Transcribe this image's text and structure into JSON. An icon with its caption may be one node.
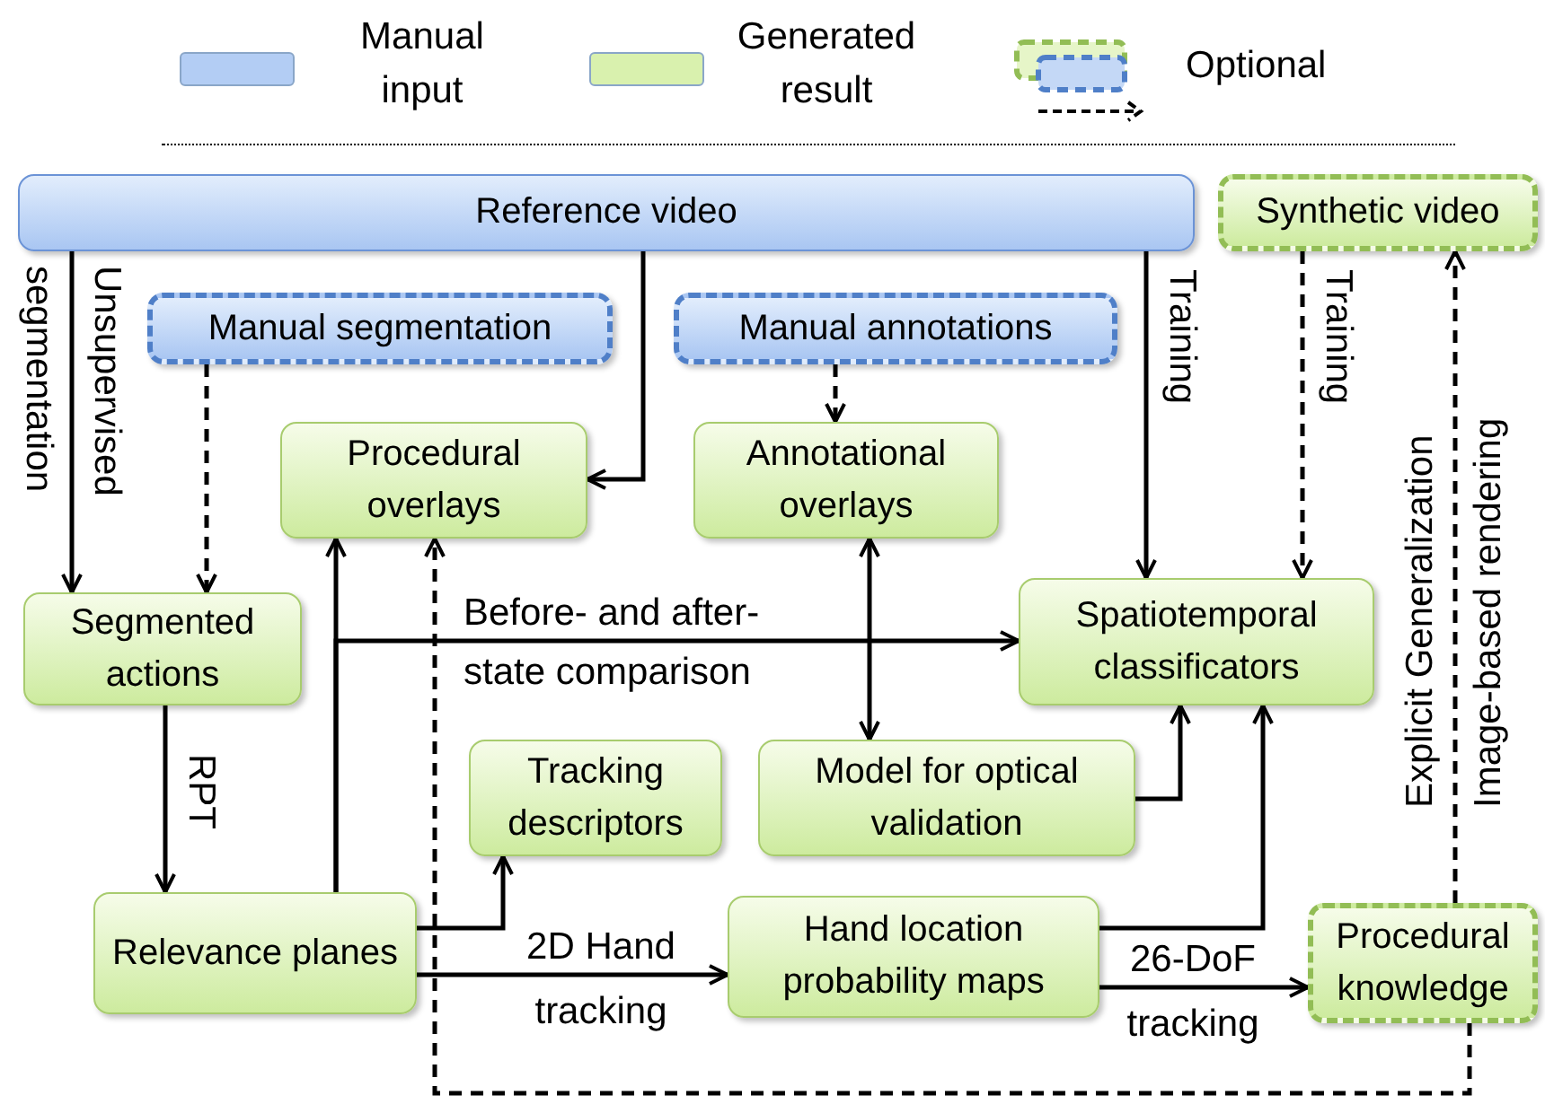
{
  "diagram": {
    "nodes": [
      {
        "text": [
          "Reference video"
        ]
      },
      {
        "text": [
          "Synthetic video"
        ]
      },
      {
        "text": [
          "Manual segmentation"
        ]
      },
      {
        "text": [
          "Manual annotations"
        ]
      },
      {
        "text": [
          "Procedural overlays"
        ]
      },
      {
        "text": [
          "Annotational overlays"
        ]
      },
      {
        "text": [
          "Segmented actions"
        ]
      },
      {
        "text": [
          "Spatiotemporal classificators"
        ]
      },
      {
        "text": [
          "Tracking descriptors"
        ]
      },
      {
        "text": [
          "Model for optical validation"
        ]
      },
      {
        "text": [
          "Relevance planes"
        ]
      },
      {
        "text": [
          "Hand location probability maps"
        ]
      },
      {
        "text": [
          "Procedural knowledge"
        ]
      }
    ],
    "edges": [
      {
        "from": 0,
        "to": 6,
        "arrow": "to",
        "label": "Unsupervised segmentation"
      },
      {
        "from": 2,
        "to": 6,
        "arrow": "to",
        "style": "dashed"
      },
      {
        "from": 0,
        "to": 4,
        "arrow": "to"
      },
      {
        "from": 3,
        "to": 5,
        "arrow": "to",
        "style": "dashed"
      },
      {
        "from": 0,
        "to": 7,
        "arrow": "to",
        "label": "Training"
      },
      {
        "from": 1,
        "to": 7,
        "arrow": "to",
        "style": "dashed",
        "label": "Training"
      },
      {
        "from": 6,
        "to": 10,
        "arrow": "to",
        "label": "RPT"
      },
      {
        "from": 10,
        "to": 4,
        "arrow": "to"
      },
      {
        "from": 10,
        "to": 7,
        "arrow": "to",
        "label": "Before- and after-state comparison"
      },
      {
        "from": 12,
        "to": 4,
        "arrow": "to",
        "style": "dashed"
      },
      {
        "from": 12,
        "to": 1,
        "arrow": "to",
        "style": "dashed",
        "label": "Explicit Generalization Image-based rendering"
      },
      {
        "from": 5,
        "to": 9,
        "arrow": "both"
      },
      {
        "from": 9,
        "to": 7,
        "arrow": "to"
      },
      {
        "from": 10,
        "to": 8,
        "arrow": "to"
      },
      {
        "from": 10,
        "to": 11,
        "arrow": "to",
        "label": "2D Hand tracking"
      },
      {
        "from": 11,
        "to": 7,
        "arrow": "to"
      },
      {
        "from": 11,
        "to": 12,
        "arrow": "to",
        "label": "26-DoF tracking"
      }
    ],
    "legend": [
      {
        "text": "Manual input",
        "color": "#b3cdf4"
      },
      {
        "text": "Generated result",
        "color": "#d9f1ae"
      },
      {
        "text": "Optional"
      }
    ]
  }
}
